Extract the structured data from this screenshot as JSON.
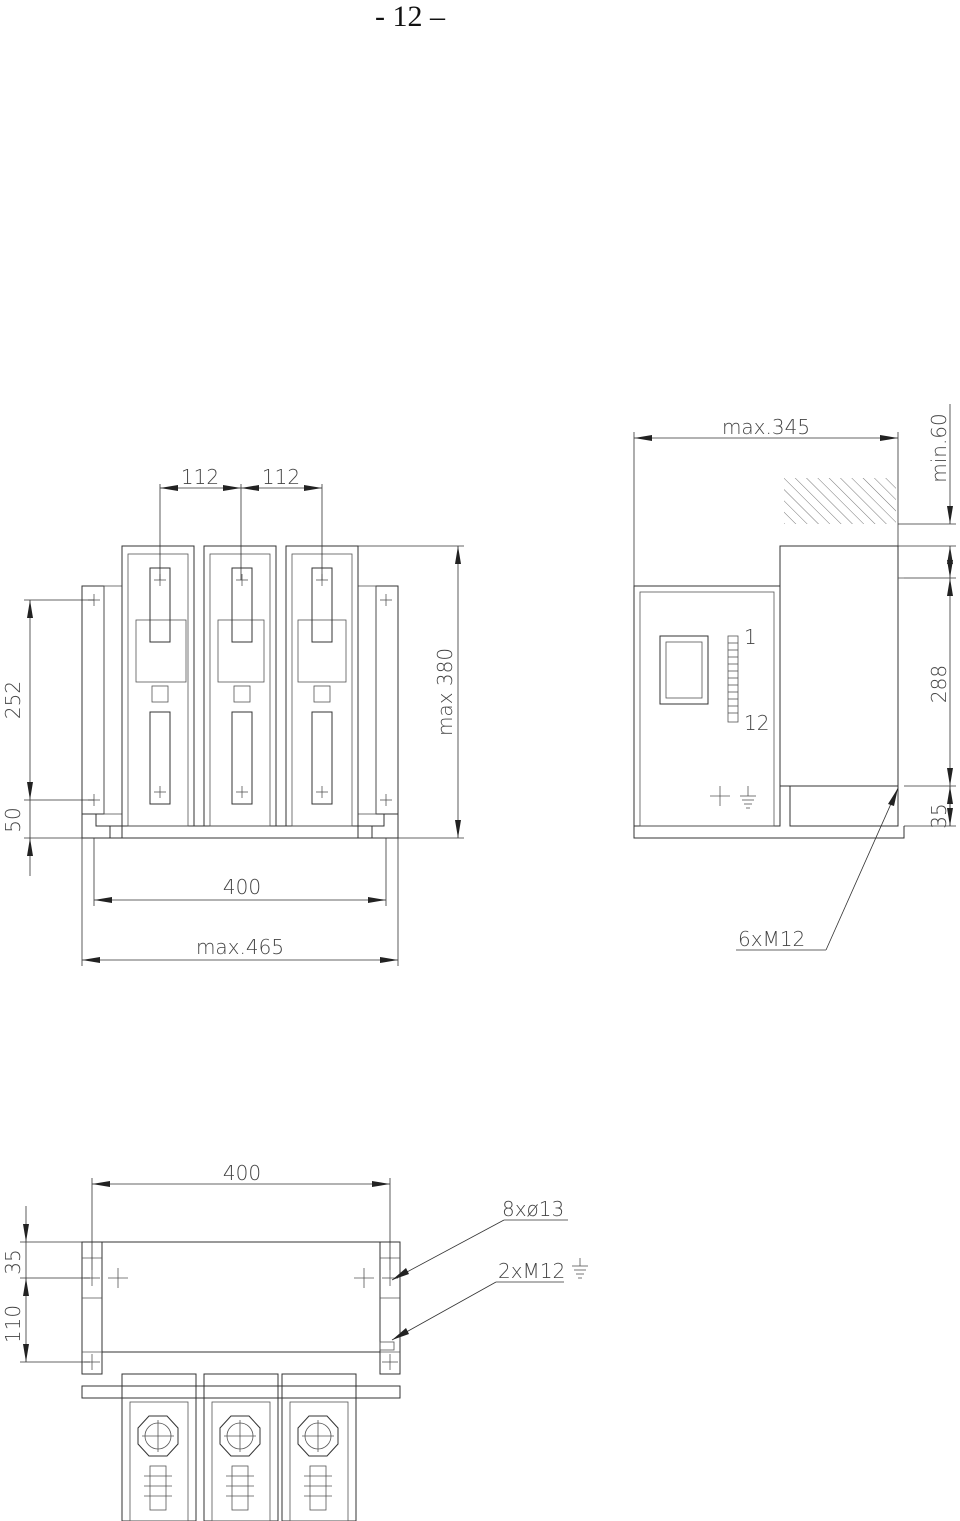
{
  "page": {
    "number": "- 12 –"
  },
  "front_view": {
    "dim_spacing_1": "112",
    "dim_spacing_2": "112",
    "dim_height": "max 380",
    "dim_mount_vertical": "252",
    "dim_bottom_offset": "50",
    "dim_mount_width": "400",
    "dim_total_width": "max.465"
  },
  "side_view": {
    "dim_depth": "max.345",
    "dim_clearance": "min.60",
    "dim_mount_vertical": "288",
    "dim_bottom_offset": "35",
    "label_fixing": "6xM12",
    "scale_top": "1",
    "scale_bottom": "12"
  },
  "bottom_view": {
    "dim_width": "400",
    "dim_top_offset": "35",
    "dim_mount_vertical": "110",
    "label_holes": "8xø13",
    "label_earth": "2xM12"
  }
}
